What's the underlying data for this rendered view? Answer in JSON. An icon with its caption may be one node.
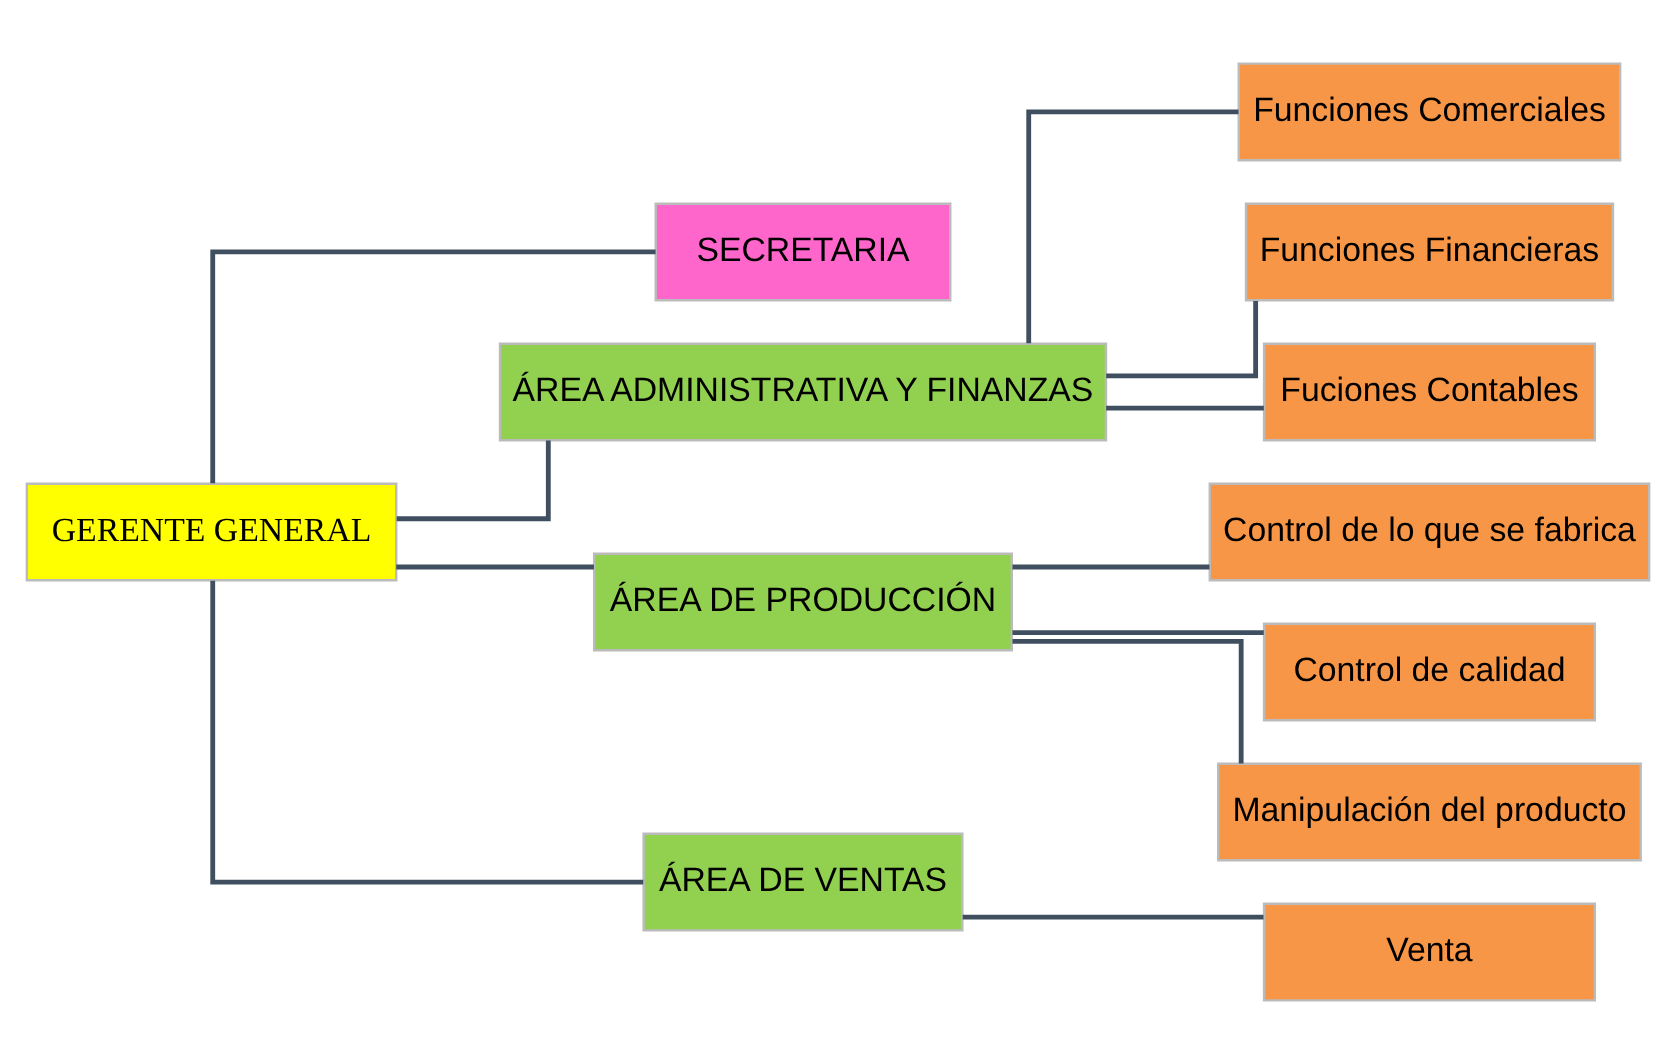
{
  "diagram": {
    "nodes": [
      {
        "text": [
          "GERENTE GENERAL"
        ]
      },
      {
        "text": [
          "SECRETARIA"
        ]
      },
      {
        "text": [
          "ÁREA ADMINISTRATIVA Y FINANZAS"
        ]
      },
      {
        "text": [
          "ÁREA DE PRODUCCIÓN"
        ]
      },
      {
        "text": [
          "ÁREA DE VENTAS"
        ]
      },
      {
        "text": [
          "Funciones Comerciales"
        ]
      },
      {
        "text": [
          "Funciones Financieras"
        ]
      },
      {
        "text": [
          "Fuciones Contables"
        ]
      },
      {
        "text": [
          "Control de lo que se fabrica"
        ]
      },
      {
        "text": [
          "Control de calidad"
        ]
      },
      {
        "text": [
          "Manipulación del producto"
        ]
      },
      {
        "text": [
          "Venta"
        ]
      }
    ],
    "edges": [
      {
        "from": 0,
        "to": 1,
        "arrow": "none"
      },
      {
        "from": 0,
        "to": 2,
        "arrow": "none"
      },
      {
        "from": 0,
        "to": 3,
        "arrow": "none"
      },
      {
        "from": 0,
        "to": 4,
        "arrow": "none"
      },
      {
        "from": 2,
        "to": 5,
        "arrow": "none"
      },
      {
        "from": 2,
        "to": 6,
        "arrow": "none"
      },
      {
        "from": 2,
        "to": 7,
        "arrow": "none"
      },
      {
        "from": 3,
        "to": 8,
        "arrow": "none"
      },
      {
        "from": 3,
        "to": 9,
        "arrow": "none"
      },
      {
        "from": 3,
        "to": 10,
        "arrow": "none"
      },
      {
        "from": 4,
        "to": 11,
        "arrow": "none"
      }
    ]
  }
}
